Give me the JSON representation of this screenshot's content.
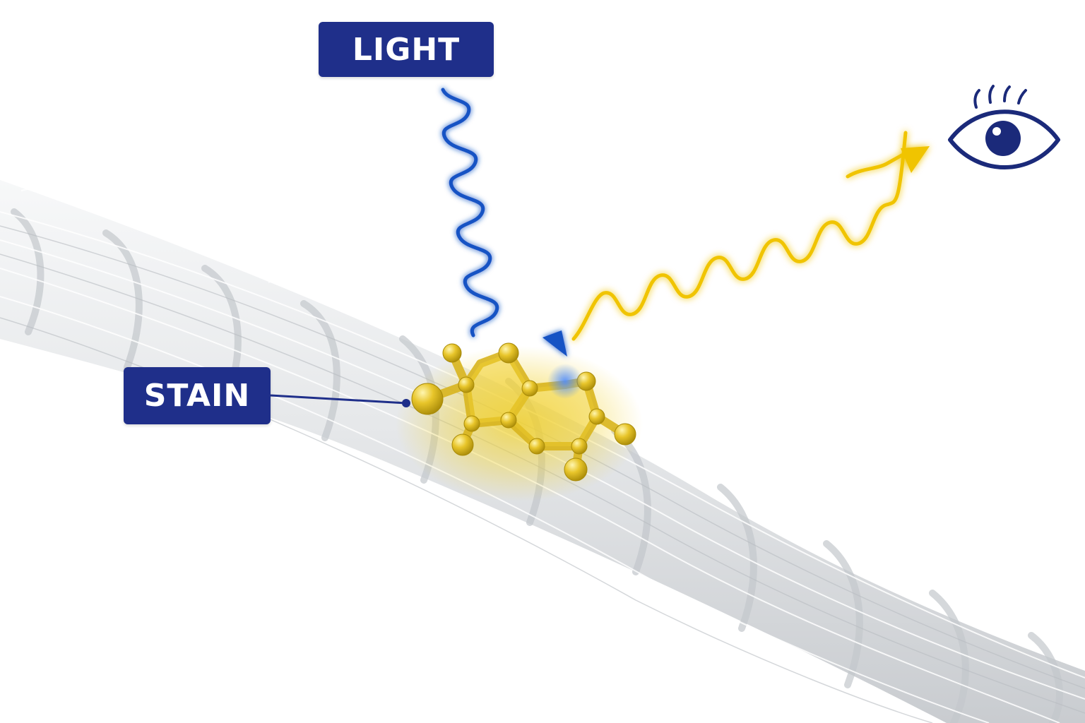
{
  "labels": {
    "light": "LIGHT",
    "stain": "STAIN"
  },
  "icons": {
    "eye": "eye-icon",
    "molecule": "molecule-icon",
    "rope": "rope-fiber"
  },
  "colors": {
    "label_bg": "#1f2f8a",
    "incoming_light": "#1652c4",
    "reflected_light": "#f0c400",
    "stain_yellow": "#e3be1c",
    "eye": "#1b2a7a",
    "rope": "#e4e6e8"
  }
}
